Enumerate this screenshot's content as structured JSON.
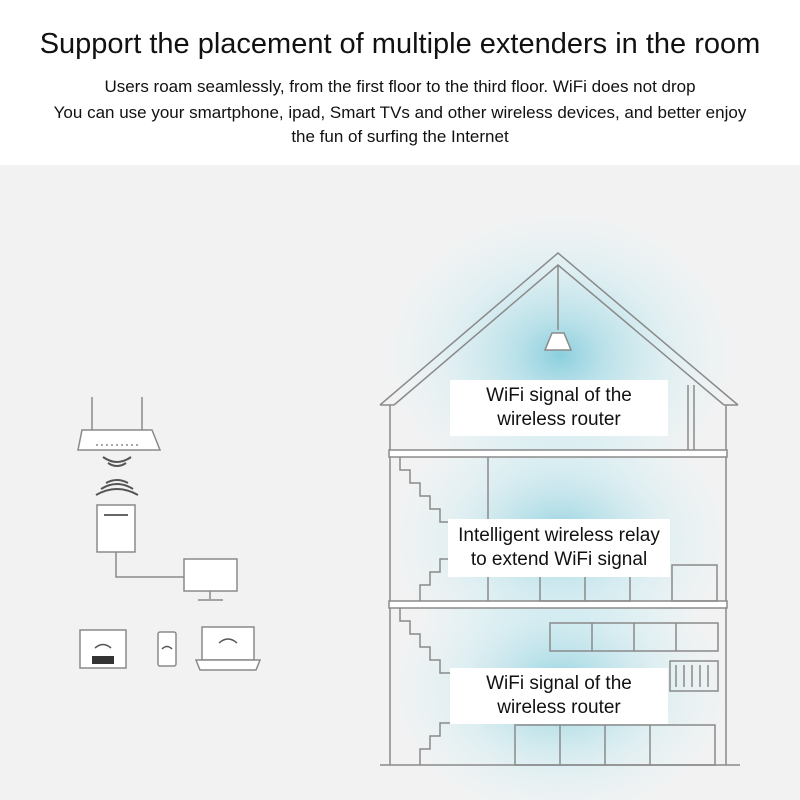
{
  "header": {
    "title": "Support the placement of multiple extenders in the room",
    "line1": "Users roam seamlessly, from the first floor to the third floor. WiFi does not drop",
    "line2": "You can use your smartphone, ipad, Smart TVs and other wireless devices, and better enjoy",
    "line3": "the fun of surfing the Internet"
  },
  "labels": {
    "top": {
      "line1": "WiFi signal of the",
      "line2": "wireless router"
    },
    "middle": {
      "line1": "Intelligent wireless relay",
      "line2": "to extend WiFi signal"
    },
    "bottom": {
      "line1": "WiFi signal of the",
      "line2": "wireless router"
    }
  },
  "colors": {
    "signal": "#bfe3ec",
    "signal_core": "#9fd6e2",
    "line": "#8a8a8a"
  },
  "icons": [
    "router-icon",
    "wifi-signal-icon",
    "extender-icon",
    "monitor-icon",
    "tablet-icon",
    "smartphone-icon",
    "laptop-icon",
    "house-icon",
    "ceiling-lamp-icon",
    "staircase-icon",
    "kitchen-cabinet-icon"
  ]
}
